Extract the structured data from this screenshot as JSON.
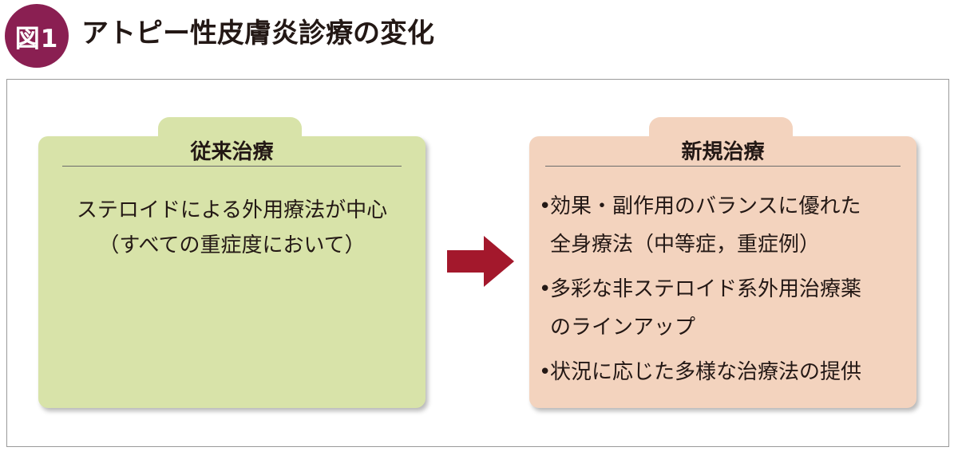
{
  "figure": {
    "badge": "図1",
    "title": "アトピー性皮膚炎診療の変化"
  },
  "traditional": {
    "heading": "従来治療",
    "lines": [
      "ステロイドによる外用療法が中心",
      "（すべての重症度において）"
    ]
  },
  "new_treatment": {
    "heading": "新規治療",
    "bullet_marker": "•",
    "bullets": [
      {
        "lines": [
          "効果・副作用のバランスに優れた",
          "全身療法（中等症，重症例）"
        ]
      },
      {
        "lines": [
          "多彩な非ステロイド系外用治療薬",
          "のラインアップ"
        ]
      },
      {
        "lines": [
          "状況に応じた多様な治療法の提供"
        ]
      }
    ]
  },
  "colors": {
    "badge": "#8a1f52",
    "traditional_box": "#d8e3a9",
    "new_box": "#f3d3be",
    "arrow": "#a3182c"
  },
  "icons": {
    "transition_arrow": "right-arrow-icon"
  }
}
